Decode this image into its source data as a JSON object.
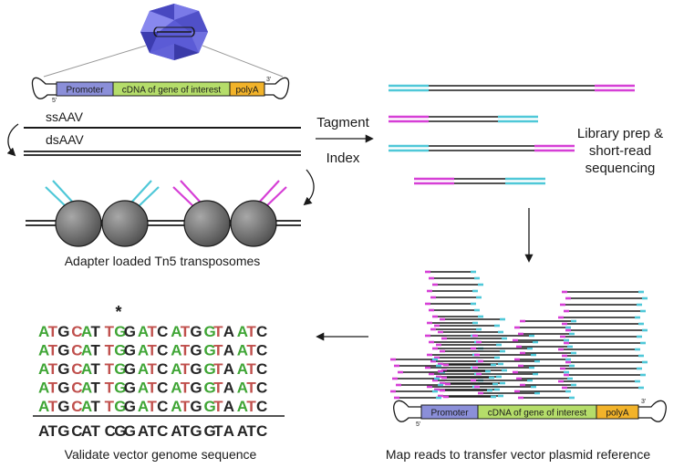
{
  "construct": {
    "promoter": "Promoter",
    "cdna": "cDNA of gene of interest",
    "polya": "polyA",
    "five_prime": "5'",
    "three_prime": "3'"
  },
  "labels": {
    "ssaav": "ssAAV",
    "dsaav": "dsAAV",
    "tagment": "Tagment",
    "index": "Index",
    "library_line1": "Library prep &",
    "library_line2": "short-read",
    "library_line3": "sequencing",
    "adapter_caption": "Adapter loaded Tn5 transposomes",
    "validate_caption": "Validate vector genome sequence",
    "map_caption": "Map reads to transfer vector plasmid reference",
    "variant_marker": "*"
  },
  "alignment": {
    "reads": [
      [
        "A",
        "T",
        "G",
        " ",
        "C",
        "A",
        "T",
        " ",
        "T",
        "G",
        "G",
        " ",
        "A",
        "T",
        "C",
        " ",
        "A",
        "T",
        "G",
        " ",
        "G",
        "T",
        "A",
        " ",
        "A",
        "T",
        "C"
      ],
      [
        "A",
        "T",
        "G",
        " ",
        "C",
        "A",
        "T",
        " ",
        "T",
        "G",
        "G",
        " ",
        "A",
        "T",
        "C",
        " ",
        "A",
        "T",
        "G",
        " ",
        "G",
        "T",
        "A",
        " ",
        "A",
        "T",
        "C"
      ],
      [
        "A",
        "T",
        "G",
        " ",
        "C",
        "A",
        "T",
        " ",
        "T",
        "G",
        "G",
        " ",
        "A",
        "T",
        "C",
        " ",
        "A",
        "T",
        "G",
        " ",
        "G",
        "T",
        "A",
        " ",
        "A",
        "T",
        "C"
      ],
      [
        "A",
        "T",
        "G",
        " ",
        "C",
        "A",
        "T",
        " ",
        "T",
        "G",
        "G",
        " ",
        "A",
        "T",
        "C",
        " ",
        "A",
        "T",
        "G",
        " ",
        "G",
        "T",
        "A",
        " ",
        "A",
        "T",
        "C"
      ],
      [
        "A",
        "T",
        "G",
        " ",
        "C",
        "A",
        "T",
        " ",
        "T",
        "G",
        "G",
        " ",
        "A",
        "T",
        "C",
        " ",
        "A",
        "T",
        "G",
        " ",
        "G",
        "T",
        "A",
        " ",
        "A",
        "T",
        "C"
      ]
    ],
    "reference": [
      "A",
      "T",
      "G",
      " ",
      "C",
      "A",
      "T",
      " ",
      "C",
      "G",
      "G",
      " ",
      "A",
      "T",
      "C",
      " ",
      "A",
      "T",
      "G",
      " ",
      "G",
      "T",
      "A",
      " ",
      "A",
      "T",
      "C"
    ]
  },
  "colors": {
    "cyan": "#4fc8d8",
    "magenta": "#d63fd6",
    "promoter": "#8b8fd9",
    "cdna": "#b5dd6a",
    "polya": "#f2b32a",
    "capsid": "#6a6ae0",
    "bead": "#6d6d6d",
    "green": "#3fa535",
    "red": "#c0504d"
  }
}
